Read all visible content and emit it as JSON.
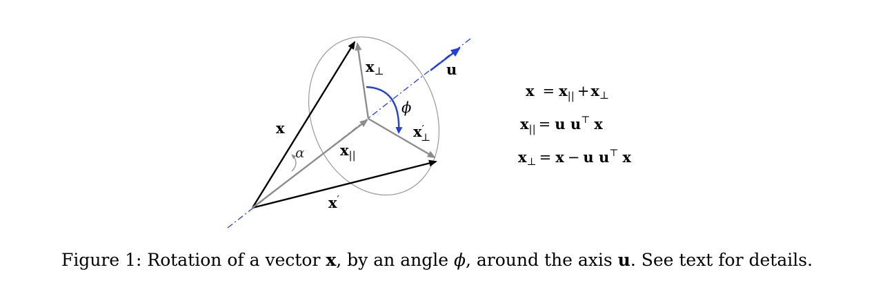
{
  "diagram": {
    "labels": {
      "x": "x",
      "x_prime_base": "x",
      "prime": "′",
      "perp": "⊥",
      "par": "||",
      "u": "u",
      "alpha": "α",
      "phi": "ϕ"
    },
    "equations": {
      "eq1": {
        "lhs": "x",
        "eq": "=",
        "t1": "x",
        "t1_sub": "||",
        "plus": "+",
        "t2": "x",
        "t2_sub": "⊥"
      },
      "eq2": {
        "lhs": "x",
        "lhs_sub": "||",
        "eq": "=",
        "rhs": "u u",
        "sup": "⊤",
        "tail": "x"
      },
      "eq3": {
        "lhs": "x",
        "lhs_sub": "⊥",
        "eq": "=",
        "x": "x",
        "minus": "−",
        "rhs": "u u",
        "sup": "⊤",
        "tail": "x"
      }
    },
    "colors": {
      "black": "#000000",
      "gray": "#8c8c8c",
      "blue": "#1f3fe0",
      "ellipse": "#999999"
    }
  },
  "caption": {
    "prefix": "Figure 1: Rotation of a vector ",
    "x": "x",
    "mid1": ", by an angle ",
    "phi": "ϕ",
    "mid2": ", around the axis ",
    "u": "u",
    "suffix": ". See text for details."
  }
}
